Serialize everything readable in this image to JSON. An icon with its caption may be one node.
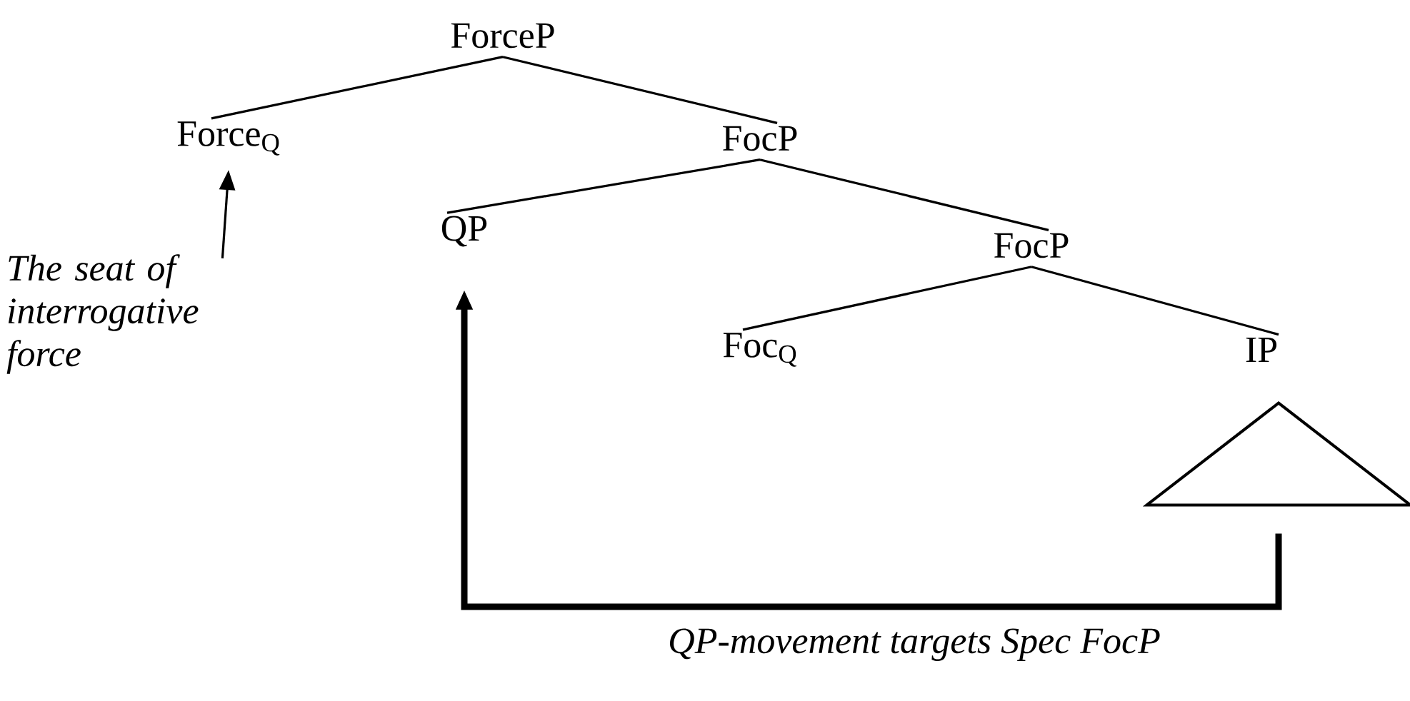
{
  "diagram": {
    "nodes": [
      {
        "text": [
          "ForceP"
        ]
      },
      {
        "text": [
          "Force$_{Q}$"
        ]
      },
      {
        "text": [
          "FocP"
        ]
      },
      {
        "text": [
          "QP"
        ]
      },
      {
        "text": [
          "FocP"
        ]
      },
      {
        "text": [
          "Foc$_{Q}$"
        ]
      },
      {
        "text": [
          "IP"
        ]
      },
      {
        "text": [],
        "shape": "triangle"
      },
      {
        "text": [
          "The seat of interrogative force"
        ]
      }
    ],
    "edges": [
      {
        "from": 0,
        "to": 1,
        "arrow": "none"
      },
      {
        "from": 0,
        "to": 2,
        "arrow": "none"
      },
      {
        "from": 2,
        "to": 3,
        "arrow": "none"
      },
      {
        "from": 2,
        "to": 4,
        "arrow": "none"
      },
      {
        "from": 4,
        "to": 5,
        "arrow": "none"
      },
      {
        "from": 4,
        "to": 6,
        "arrow": "none"
      },
      {
        "from": 8,
        "to": 1,
        "arrow": "to"
      },
      {
        "from": 7,
        "to": 3,
        "arrow": "to",
        "style": "thick",
        "label": "QP-movement targets Spec FocP"
      }
    ]
  }
}
